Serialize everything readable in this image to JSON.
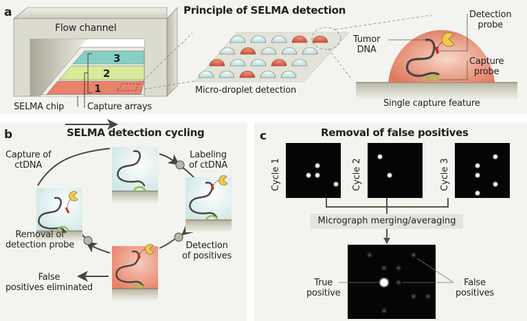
{
  "figure": {
    "panel_a": {
      "label": "a",
      "title": "Principle of SELMA detection",
      "flow_channel": "Flow channel",
      "arrays": [
        "1",
        "2",
        "3"
      ],
      "chip_label": "SELMA chip",
      "capture_arrays_label": "Capture arrays",
      "micro_droplet_label": "Micro-droplet detection",
      "droplet_grid": [
        [
          "blue",
          "blue",
          "blue",
          "red",
          "red"
        ],
        [
          "blue",
          "red",
          "blue",
          "blue",
          "blue"
        ],
        [
          "red",
          "blue",
          "blue",
          "red",
          "blue"
        ],
        [
          "blue",
          "blue",
          "red",
          "blue",
          "blue"
        ]
      ],
      "tumor_dna_label": "Tumor\nDNA",
      "detection_probe_label": "Detection\nprobe",
      "capture_probe_label": "Capture\nprobe",
      "single_feature_label": "Single capture feature"
    },
    "panel_b": {
      "label": "b",
      "title": "SELMA detection cycling",
      "steps": [
        "Capture of\nctDNA",
        "Labeling\nof ctDNA",
        "Detection\nof positives",
        "Removal of\ndetection probe",
        "False\npositives eliminated"
      ]
    },
    "panel_c": {
      "label": "c",
      "title": "Removal of false positives",
      "cycles": [
        "Cycle 1",
        "Cycle 2",
        "Cycle 3"
      ],
      "merge_label": "Micrograph merging/averaging",
      "true_positive_label": "True\npositive",
      "false_positive_label": "False\npositives"
    }
  },
  "colors": {
    "panel_bg": "#f3f3ef",
    "array1": "#e8836b",
    "array2": "#d9eb99",
    "array3": "#87cfc4",
    "droplet_blue": "#cdeaea",
    "droplet_red": "#e0644b",
    "dna": "#4a4545",
    "capture_probe": "#8cc63f",
    "detection_probe": "#d4242c",
    "pacman": "#f2c94c"
  }
}
